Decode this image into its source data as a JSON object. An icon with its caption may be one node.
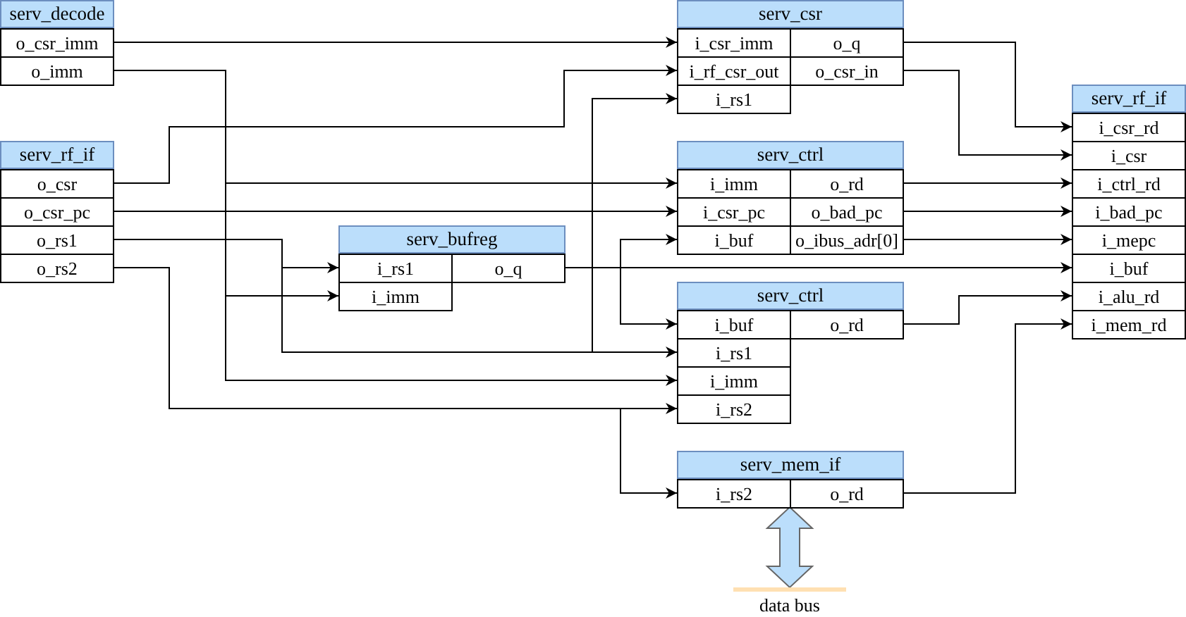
{
  "diagram": {
    "nodes": [
      {
        "text": [
          "serv_decode"
        ]
      },
      {
        "text": [
          "o_csr_imm"
        ],
        "in": 0
      },
      {
        "text": [
          "o_imm"
        ],
        "in": 0
      },
      {
        "text": [
          "serv_rf_if"
        ]
      },
      {
        "text": [
          "o_csr"
        ],
        "in": 3
      },
      {
        "text": [
          "o_csr_pc"
        ],
        "in": 3
      },
      {
        "text": [
          "o_rs1"
        ],
        "in": 3
      },
      {
        "text": [
          "o_rs2"
        ],
        "in": 3
      },
      {
        "text": [
          "serv_csr"
        ]
      },
      {
        "text": [
          "i_csr_imm"
        ],
        "in": 8
      },
      {
        "text": [
          "o_q"
        ],
        "in": 8
      },
      {
        "text": [
          "i_rf_csr_out"
        ],
        "in": 8
      },
      {
        "text": [
          "o_csr_in"
        ],
        "in": 8
      },
      {
        "text": [
          "i_rs1"
        ],
        "in": 8
      },
      {
        "text": [
          "serv_ctrl"
        ]
      },
      {
        "text": [
          "i_imm"
        ],
        "in": 14
      },
      {
        "text": [
          "o_rd"
        ],
        "in": 14
      },
      {
        "text": [
          "i_csr_pc"
        ],
        "in": 14
      },
      {
        "text": [
          "o_bad_pc"
        ],
        "in": 14
      },
      {
        "text": [
          "i_buf"
        ],
        "in": 14
      },
      {
        "text": [
          "o_ibus_adr[0]"
        ],
        "in": 14
      },
      {
        "text": [
          "serv_bufreg"
        ]
      },
      {
        "text": [
          "i_rs1"
        ],
        "in": 21
      },
      {
        "text": [
          "o_q"
        ],
        "in": 21
      },
      {
        "text": [
          "i_imm"
        ],
        "in": 21
      },
      {
        "text": [
          "serv_rf_if"
        ]
      },
      {
        "text": [
          "i_csr_rd"
        ],
        "in": 25
      },
      {
        "text": [
          "i_csr"
        ],
        "in": 25
      },
      {
        "text": [
          "i_ctrl_rd"
        ],
        "in": 25
      },
      {
        "text": [
          "i_bad_pc"
        ],
        "in": 25
      },
      {
        "text": [
          "i_mepc"
        ],
        "in": 25
      },
      {
        "text": [
          "i_buf"
        ],
        "in": 25
      },
      {
        "text": [
          "i_alu_rd"
        ],
        "in": 25
      },
      {
        "text": [
          "i_mem_rd"
        ],
        "in": 25
      },
      {
        "text": [
          "serv_ctrl"
        ]
      },
      {
        "text": [
          "i_buf"
        ],
        "in": 34
      },
      {
        "text": [
          "o_rd"
        ],
        "in": 34
      },
      {
        "text": [
          "i_rs1"
        ],
        "in": 34
      },
      {
        "text": [
          "i_imm"
        ],
        "in": 34
      },
      {
        "text": [
          "i_rs2"
        ],
        "in": 34
      },
      {
        "text": [
          "serv_mem_if"
        ]
      },
      {
        "text": [
          "i_rs2"
        ],
        "in": 40
      },
      {
        "text": [
          "o_rd"
        ],
        "in": 40
      },
      {
        "text": [
          "data bus"
        ]
      }
    ],
    "edges": [
      {
        "from": 1,
        "to": 9,
        "arrow": "to"
      },
      {
        "from": 2,
        "to": 15,
        "arrow": "to"
      },
      {
        "from": 2,
        "to": 24,
        "arrow": "to"
      },
      {
        "from": 2,
        "to": 38,
        "arrow": "to"
      },
      {
        "from": 4,
        "to": 11,
        "arrow": "to"
      },
      {
        "from": 5,
        "to": 17,
        "arrow": "to"
      },
      {
        "from": 6,
        "to": 22,
        "arrow": "to"
      },
      {
        "from": 6,
        "to": 37,
        "arrow": "to"
      },
      {
        "from": 6,
        "to": 13,
        "arrow": "to"
      },
      {
        "from": 7,
        "to": 39,
        "arrow": "to"
      },
      {
        "from": 7,
        "to": 41,
        "arrow": "to"
      },
      {
        "from": 23,
        "to": 31,
        "arrow": "to"
      },
      {
        "from": 23,
        "to": 19,
        "arrow": "to"
      },
      {
        "from": 23,
        "to": 35,
        "arrow": "to"
      },
      {
        "from": 10,
        "to": 26,
        "arrow": "to"
      },
      {
        "from": 12,
        "to": 27,
        "arrow": "to"
      },
      {
        "from": 16,
        "to": 28,
        "arrow": "to"
      },
      {
        "from": 18,
        "to": 29,
        "arrow": "to"
      },
      {
        "from": 20,
        "to": 30,
        "arrow": "to"
      },
      {
        "from": 36,
        "to": 32,
        "arrow": "to"
      },
      {
        "from": 42,
        "to": 33,
        "arrow": "to"
      },
      {
        "from": 40,
        "to": 43,
        "arrow": "both",
        "style": "thick",
        "color": "#bbdefb"
      }
    ]
  }
}
